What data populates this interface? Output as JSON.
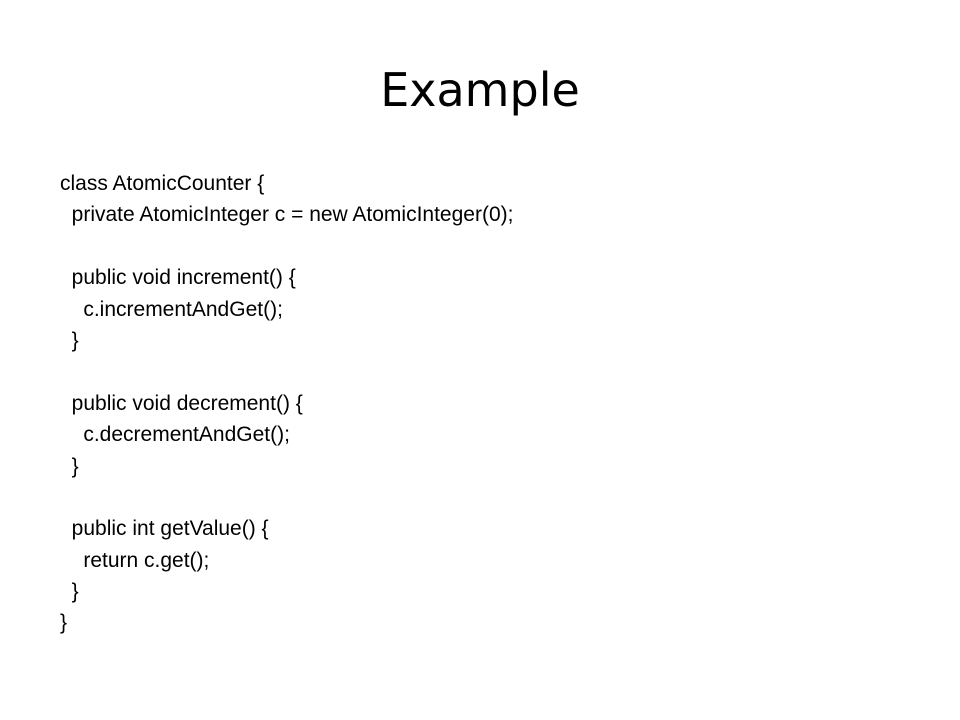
{
  "slide": {
    "title": "Example",
    "code_lines": [
      "class AtomicCounter {",
      "  private AtomicInteger c = new AtomicInteger(0);",
      "",
      "  public void increment() {",
      "    c.incrementAndGet();",
      "  }",
      "",
      "  public void decrement() {",
      "    c.decrementAndGet();",
      "  }",
      "",
      "  public int getValue() {",
      "    return c.get();",
      "  }",
      "}"
    ]
  }
}
